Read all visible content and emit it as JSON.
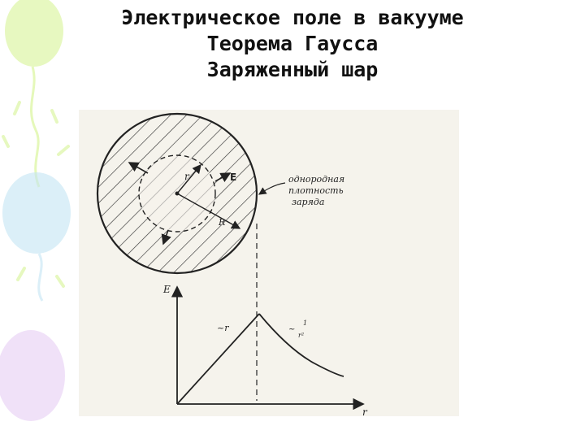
{
  "slide": {
    "title_lines": [
      "Электрическое поле в вакууме",
      "Теорема Гаусса",
      "Заряженный шар"
    ]
  },
  "figure": {
    "sphere": {
      "small_r_label": "r",
      "big_r_label": "R",
      "field_label": "E",
      "annotation_lines": [
        "однородная",
        "плотность",
        "заряда"
      ]
    },
    "graph": {
      "y_axis_label": "E",
      "x_axis_label": "r",
      "inner_law_label": "~r",
      "outer_law_numerator": "1",
      "outer_law_denominator": "r²",
      "outer_law_tilde": "~"
    }
  },
  "colors": {
    "ink": "#222222",
    "paper": "#f5f3ec",
    "balloon_green": "#c9ef7a",
    "balloon_blue": "#bfe3f3",
    "balloon_purple": "#e3c8f2"
  }
}
